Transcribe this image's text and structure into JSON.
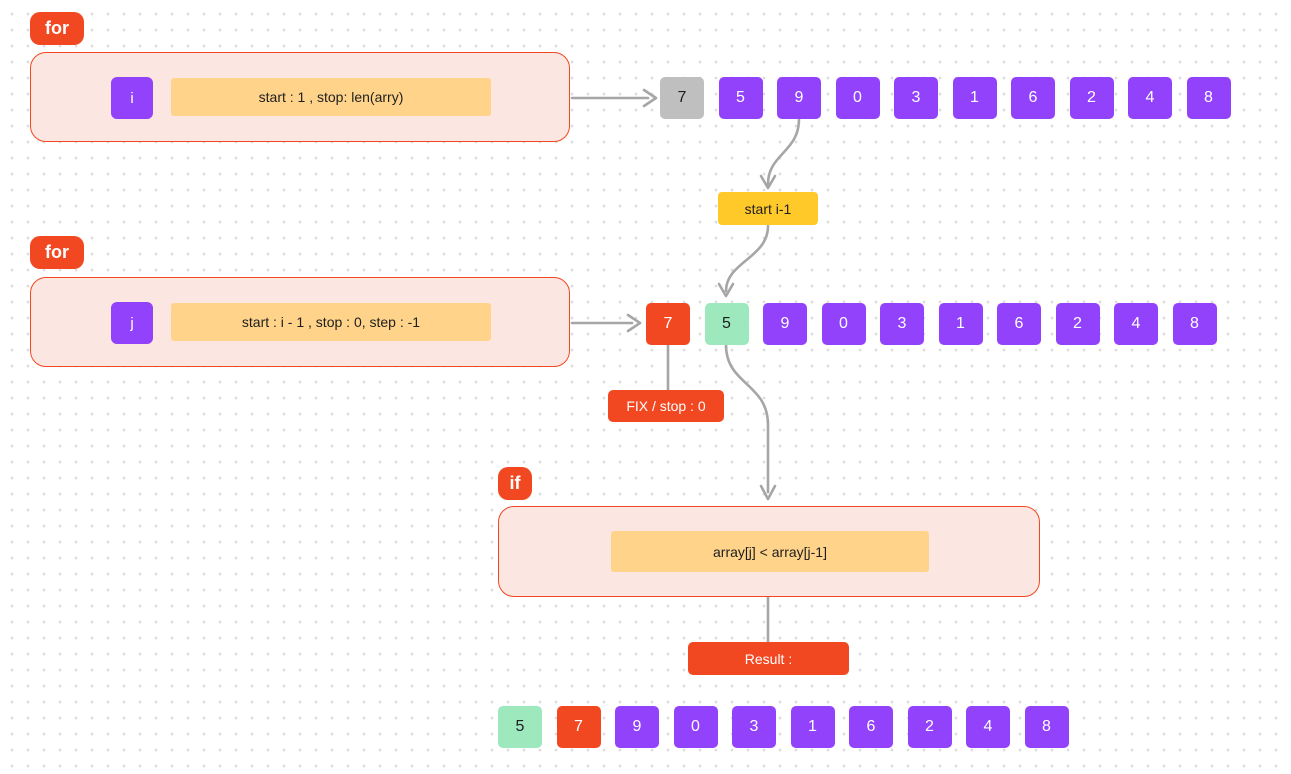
{
  "colors": {
    "accent_red": "#f24822",
    "loop_fill_pink": "#fce6e2",
    "condition_yellow": "#ffd48a",
    "pointer_gold": "#ffc929",
    "cell_purple": "#9342fc",
    "cell_green": "#9de8bd",
    "cell_gray": "#bfbfbf",
    "connector_gray": "#a6a6a6",
    "text_dark": "#1e1e1e"
  },
  "blocks": {
    "loop1": {
      "keyword": "for",
      "variable": "i",
      "condition": "start : 1 , stop: len(arry)"
    },
    "loop2": {
      "keyword": "for",
      "variable": "j",
      "condition": "start : i - 1 , stop : 0, step : -1"
    },
    "if": {
      "keyword": "if",
      "condition": "array[j] < array[j-1]"
    }
  },
  "labels": {
    "start_pointer": "start i-1",
    "fix": "FIX / stop : 0",
    "result": "Result :"
  },
  "arrays": {
    "initial": {
      "cells": [
        {
          "value": "7",
          "variant": "gray"
        },
        {
          "value": "5",
          "variant": "purple"
        },
        {
          "value": "9",
          "variant": "purple"
        },
        {
          "value": "0",
          "variant": "purple"
        },
        {
          "value": "3",
          "variant": "purple"
        },
        {
          "value": "1",
          "variant": "purple"
        },
        {
          "value": "6",
          "variant": "purple"
        },
        {
          "value": "2",
          "variant": "purple"
        },
        {
          "value": "4",
          "variant": "purple"
        },
        {
          "value": "8",
          "variant": "purple"
        }
      ]
    },
    "inner_pass": {
      "cells": [
        {
          "value": "7",
          "variant": "red"
        },
        {
          "value": "5",
          "variant": "green"
        },
        {
          "value": "9",
          "variant": "purple"
        },
        {
          "value": "0",
          "variant": "purple"
        },
        {
          "value": "3",
          "variant": "purple"
        },
        {
          "value": "1",
          "variant": "purple"
        },
        {
          "value": "6",
          "variant": "purple"
        },
        {
          "value": "2",
          "variant": "purple"
        },
        {
          "value": "4",
          "variant": "purple"
        },
        {
          "value": "8",
          "variant": "purple"
        }
      ]
    },
    "result": {
      "cells": [
        {
          "value": "5",
          "variant": "green"
        },
        {
          "value": "7",
          "variant": "red"
        },
        {
          "value": "9",
          "variant": "purple"
        },
        {
          "value": "0",
          "variant": "purple"
        },
        {
          "value": "3",
          "variant": "purple"
        },
        {
          "value": "1",
          "variant": "purple"
        },
        {
          "value": "6",
          "variant": "purple"
        },
        {
          "value": "2",
          "variant": "purple"
        },
        {
          "value": "4",
          "variant": "purple"
        },
        {
          "value": "8",
          "variant": "purple"
        }
      ]
    }
  }
}
